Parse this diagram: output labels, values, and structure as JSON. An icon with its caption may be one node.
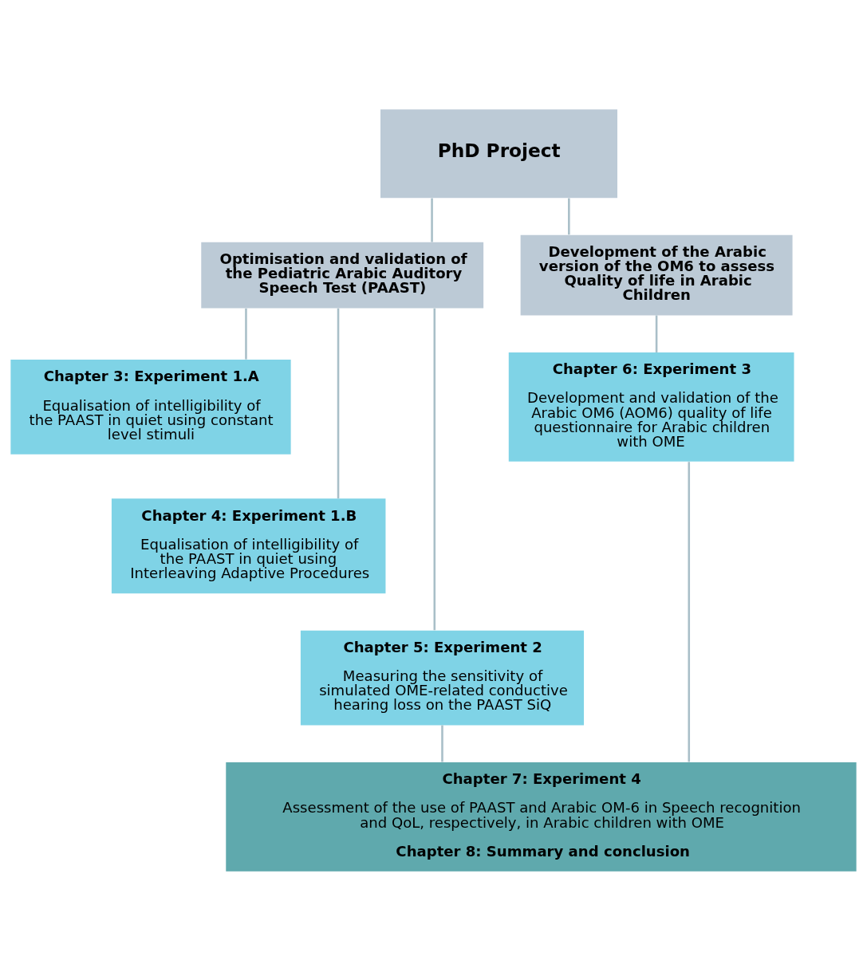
{
  "diagram": {
    "nodes": [
      {
        "text": [
          "PhD Project"
        ]
      },
      {
        "text": [
          "Optimisation and validation of the Pediatric Arabic Auditory Speech Test (PAAST)"
        ]
      },
      {
        "text": [
          "Development of the Arabic version of the OM6 to assess Quality of life in Arabic Children"
        ]
      },
      {
        "text": [
          "Chapter 3: Experiment 1.A",
          "Equalisation of intelligibility of the PAAST in quiet using constant level stimuli"
        ]
      },
      {
        "text": [
          "Chapter 4: Experiment 1.B",
          "Equalisation of intelligibility of the PAAST in quiet using Interleaving Adaptive Procedures"
        ]
      },
      {
        "text": [
          "Chapter 5: Experiment 2",
          "Measuring the sensitivity of simulated OME-related conductive hearing loss on the PAAST SiQ"
        ]
      },
      {
        "text": [
          "Chapter 6: Experiment 3",
          "Development and validation of the Arabic OM6 (AOM6) quality of life questionnaire for Arabic children with OME"
        ]
      },
      {
        "text": [
          "Chapter 7: Experiment 4",
          "Assessment of the use of PAAST and Arabic OM-6 in Speech recognition and QoL, respectively, in Arabic children with OME",
          "Chapter 8: Summary and conclusion"
        ]
      }
    ],
    "edges": [
      {
        "from": 0,
        "to": 1,
        "arrow": "none"
      },
      {
        "from": 0,
        "to": 2,
        "arrow": "none"
      },
      {
        "from": 1,
        "to": 3,
        "arrow": "none"
      },
      {
        "from": 1,
        "to": 4,
        "arrow": "none"
      },
      {
        "from": 1,
        "to": 5,
        "arrow": "none"
      },
      {
        "from": 2,
        "to": 6,
        "arrow": "none"
      },
      {
        "from": 5,
        "to": 7,
        "arrow": "none"
      },
      {
        "from": 6,
        "to": 7,
        "arrow": "none"
      }
    ]
  }
}
